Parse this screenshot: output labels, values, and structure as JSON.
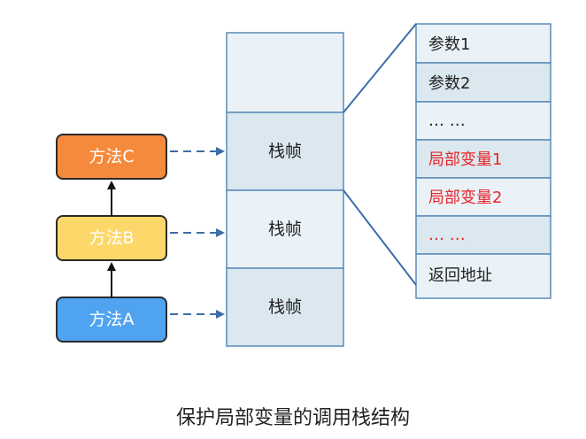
{
  "colors": {
    "method_c": "#f58a3c",
    "method_b": "#fcd86a",
    "method_a": "#4fa3f0",
    "stack_fill": "#dbe8ef",
    "stack_fill_light": "#eaf2f7",
    "stack_stroke": "#5b8ab7",
    "arrow_dashed": "#3b6ea8",
    "red_text": "#e8242b"
  },
  "methods": [
    {
      "label": "方法C"
    },
    {
      "label": "方法B"
    },
    {
      "label": "方法A"
    }
  ],
  "stack": {
    "frames": [
      {
        "label": "栈帧"
      },
      {
        "label": "栈帧"
      },
      {
        "label": "栈帧"
      }
    ]
  },
  "frame_detail": {
    "rows": [
      {
        "label": "参数1",
        "highlight": false
      },
      {
        "label": "参数2",
        "highlight": false
      },
      {
        "label": "… …",
        "highlight": false
      },
      {
        "label": "局部变量1",
        "highlight": true
      },
      {
        "label": "局部变量2",
        "highlight": true
      },
      {
        "label": "… …",
        "highlight": true
      },
      {
        "label": "返回地址",
        "highlight": false
      }
    ]
  },
  "caption": "保护局部变量的调用栈结构"
}
